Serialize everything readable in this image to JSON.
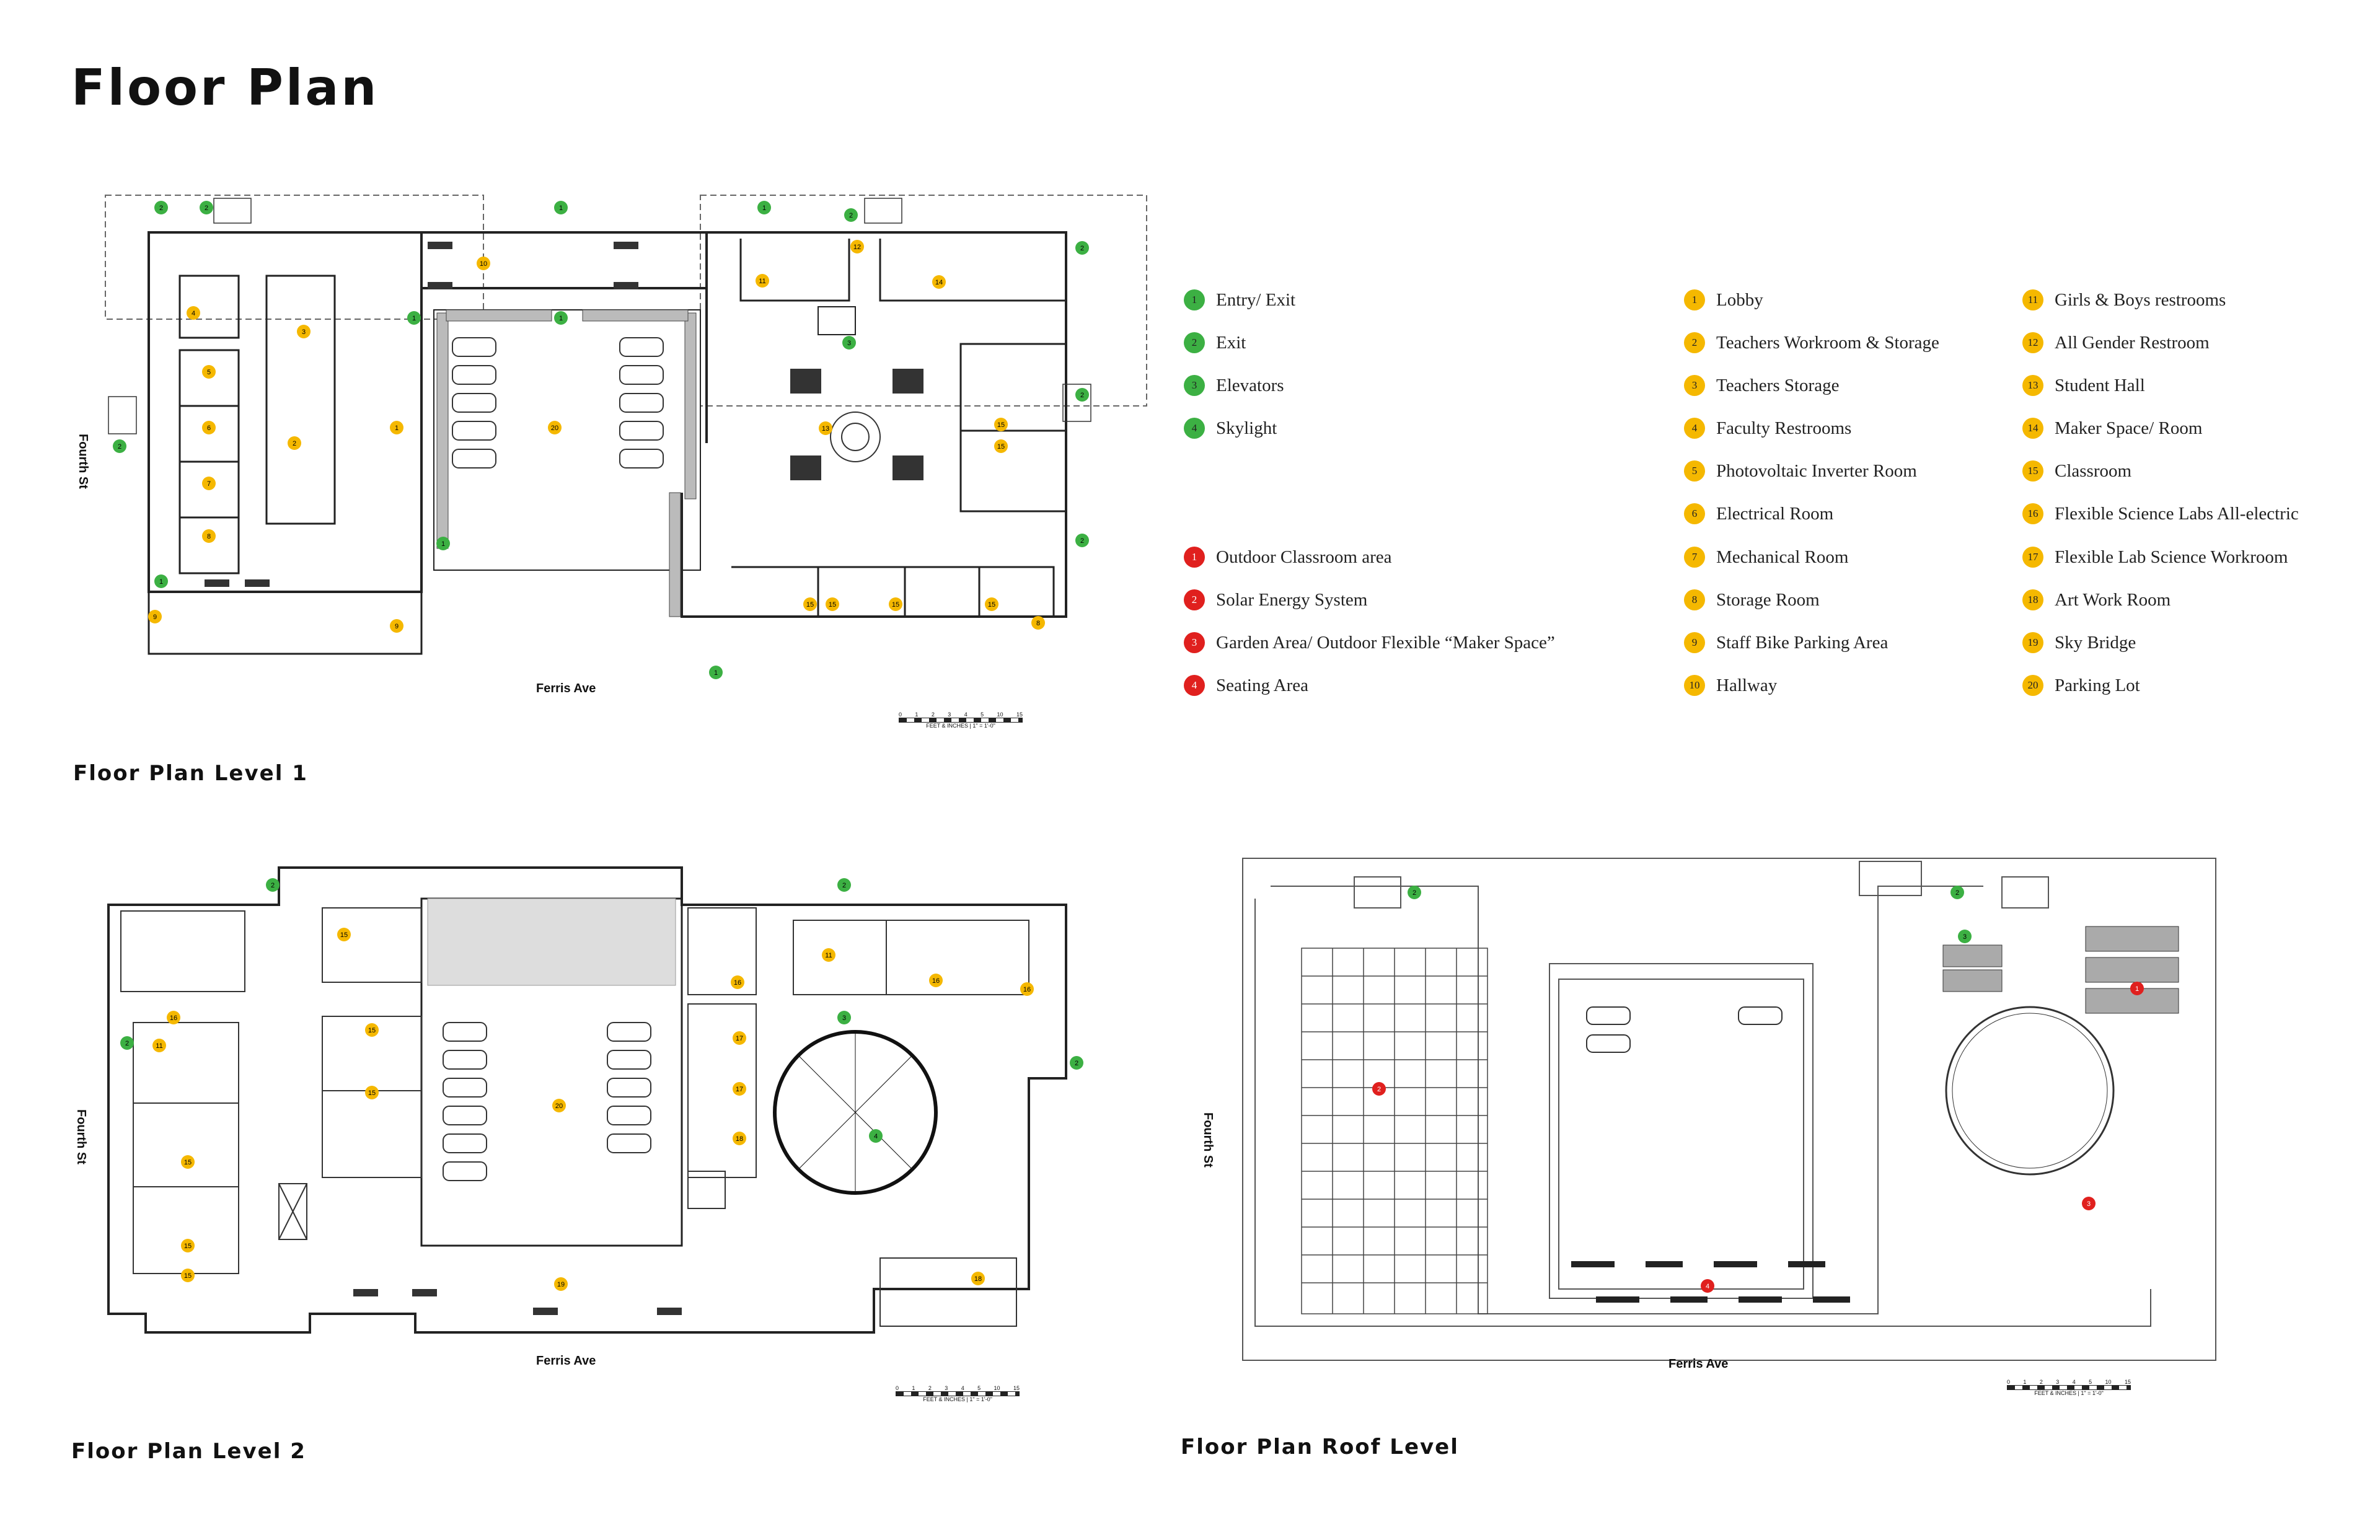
{
  "title": "Floor Plan",
  "plans": {
    "level1": "Floor Plan Level 1",
    "level2": "Floor Plan Level 2",
    "roof": "Floor Plan Roof Level"
  },
  "streets": {
    "side": "Fourth St",
    "bottom": "Ferris Ave"
  },
  "scale": {
    "numbers": [
      "0",
      "1",
      "2",
      "3",
      "4",
      "5",
      "10",
      "15"
    ],
    "caption": "FEET & INCHES | 1\" = 1'-0\""
  },
  "colors": {
    "green": "#3cb043",
    "yellow": "#f5b800",
    "red": "#e0201e"
  },
  "legend": {
    "green": [
      {
        "n": "1",
        "label": "Entry/ Exit"
      },
      {
        "n": "2",
        "label": "Exit"
      },
      {
        "n": "3",
        "label": "Elevators"
      },
      {
        "n": "4",
        "label": "Skylight"
      }
    ],
    "red": [
      {
        "n": "1",
        "label": "Outdoor Classroom area"
      },
      {
        "n": "2",
        "label": "Solar Energy System"
      },
      {
        "n": "3",
        "label": "Garden Area/ Outdoor Flexible “Maker Space”"
      },
      {
        "n": "4",
        "label": "Seating Area"
      }
    ],
    "yellow_a": [
      {
        "n": "1",
        "label": "Lobby"
      },
      {
        "n": "2",
        "label": "Teachers Workroom & Storage"
      },
      {
        "n": "3",
        "label": "Teachers Storage"
      },
      {
        "n": "4",
        "label": "Faculty Restrooms"
      },
      {
        "n": "5",
        "label": "Photovoltaic Inverter Room"
      },
      {
        "n": "6",
        "label": "Electrical Room"
      },
      {
        "n": "7",
        "label": "Mechanical Room"
      },
      {
        "n": "8",
        "label": "Storage Room"
      },
      {
        "n": "9",
        "label": "Staff Bike Parking Area"
      },
      {
        "n": "10",
        "label": "Hallway"
      }
    ],
    "yellow_b": [
      {
        "n": "11",
        "label": "Girls & Boys restrooms"
      },
      {
        "n": "12",
        "label": "All Gender Restroom"
      },
      {
        "n": "13",
        "label": "Student Hall"
      },
      {
        "n": "14",
        "label": "Maker Space/ Room"
      },
      {
        "n": "15",
        "label": "Classroom"
      },
      {
        "n": "16",
        "label": "Flexible Science Labs All-electric"
      },
      {
        "n": "17",
        "label": "Flexible Lab Science Workroom"
      },
      {
        "n": "18",
        "label": "Art Work Room"
      },
      {
        "n": "19",
        "label": "Sky Bridge"
      },
      {
        "n": "20",
        "label": "Parking Lot"
      }
    ]
  },
  "markers": {
    "l1_yellow": [
      "1",
      "2",
      "3",
      "4",
      "5",
      "6",
      "7",
      "8",
      "9",
      "9",
      "10",
      "11",
      "12",
      "13",
      "14",
      "15",
      "15",
      "15",
      "15",
      "15",
      "15",
      "8",
      "20"
    ],
    "l1_green": [
      "2",
      "2",
      "1",
      "1",
      "2",
      "3",
      "1",
      "1",
      "1",
      "2",
      "2",
      "2",
      "1",
      "1",
      "2"
    ],
    "l2_yellow": [
      "16",
      "15",
      "15",
      "15",
      "11",
      "15",
      "15",
      "15",
      "20",
      "16",
      "11",
      "17",
      "17",
      "18",
      "16",
      "16",
      "18",
      "19"
    ],
    "l2_green": [
      "2",
      "2",
      "3",
      "2",
      "4",
      "2"
    ],
    "roof_green": [
      "2",
      "2",
      "3"
    ],
    "roof_red": [
      "2",
      "1",
      "3",
      "4"
    ]
  }
}
